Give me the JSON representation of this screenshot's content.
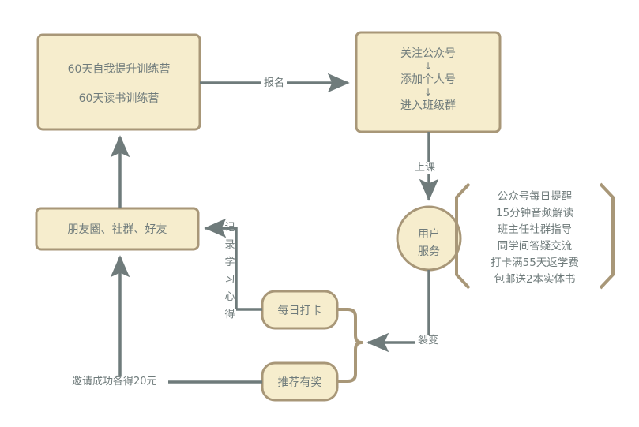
{
  "colors": {
    "node_fill": "#f6edcd",
    "node_stroke": "#a89778",
    "edge": "#6f7b7b",
    "text": "#6f7b7b",
    "background": "#ffffff"
  },
  "nodes": {
    "camp": {
      "label_line1": "60天自我提升训练营",
      "label_line2": "60天读书训练营"
    },
    "onboarding": {
      "label_line1": "关注公众号",
      "arrow1": "↓",
      "label_line2": "添加个人号",
      "arrow2": "↓",
      "label_line3": "进入班级群"
    },
    "social": {
      "label": "朋友圈、社群、好友"
    },
    "user_service": {
      "label_line1": "用户",
      "label_line2": "服务"
    },
    "daily_checkin": {
      "label": "每日打卡"
    },
    "referral_reward": {
      "label": "推荐有奖"
    }
  },
  "panel": {
    "lines": [
      "公众号每日提醒",
      "15分钟音频解读",
      "班主任社群指导",
      "同学间答疑交流",
      "打卡满55天返学费",
      "包邮送2本实体书"
    ]
  },
  "edges": {
    "signup": {
      "label": "报名"
    },
    "class": {
      "label": "上课"
    },
    "fission": {
      "label": "裂变"
    },
    "share_notes": {
      "label": "记录学习心得"
    },
    "invite_reward": {
      "label": "邀请成功各得20元"
    }
  }
}
